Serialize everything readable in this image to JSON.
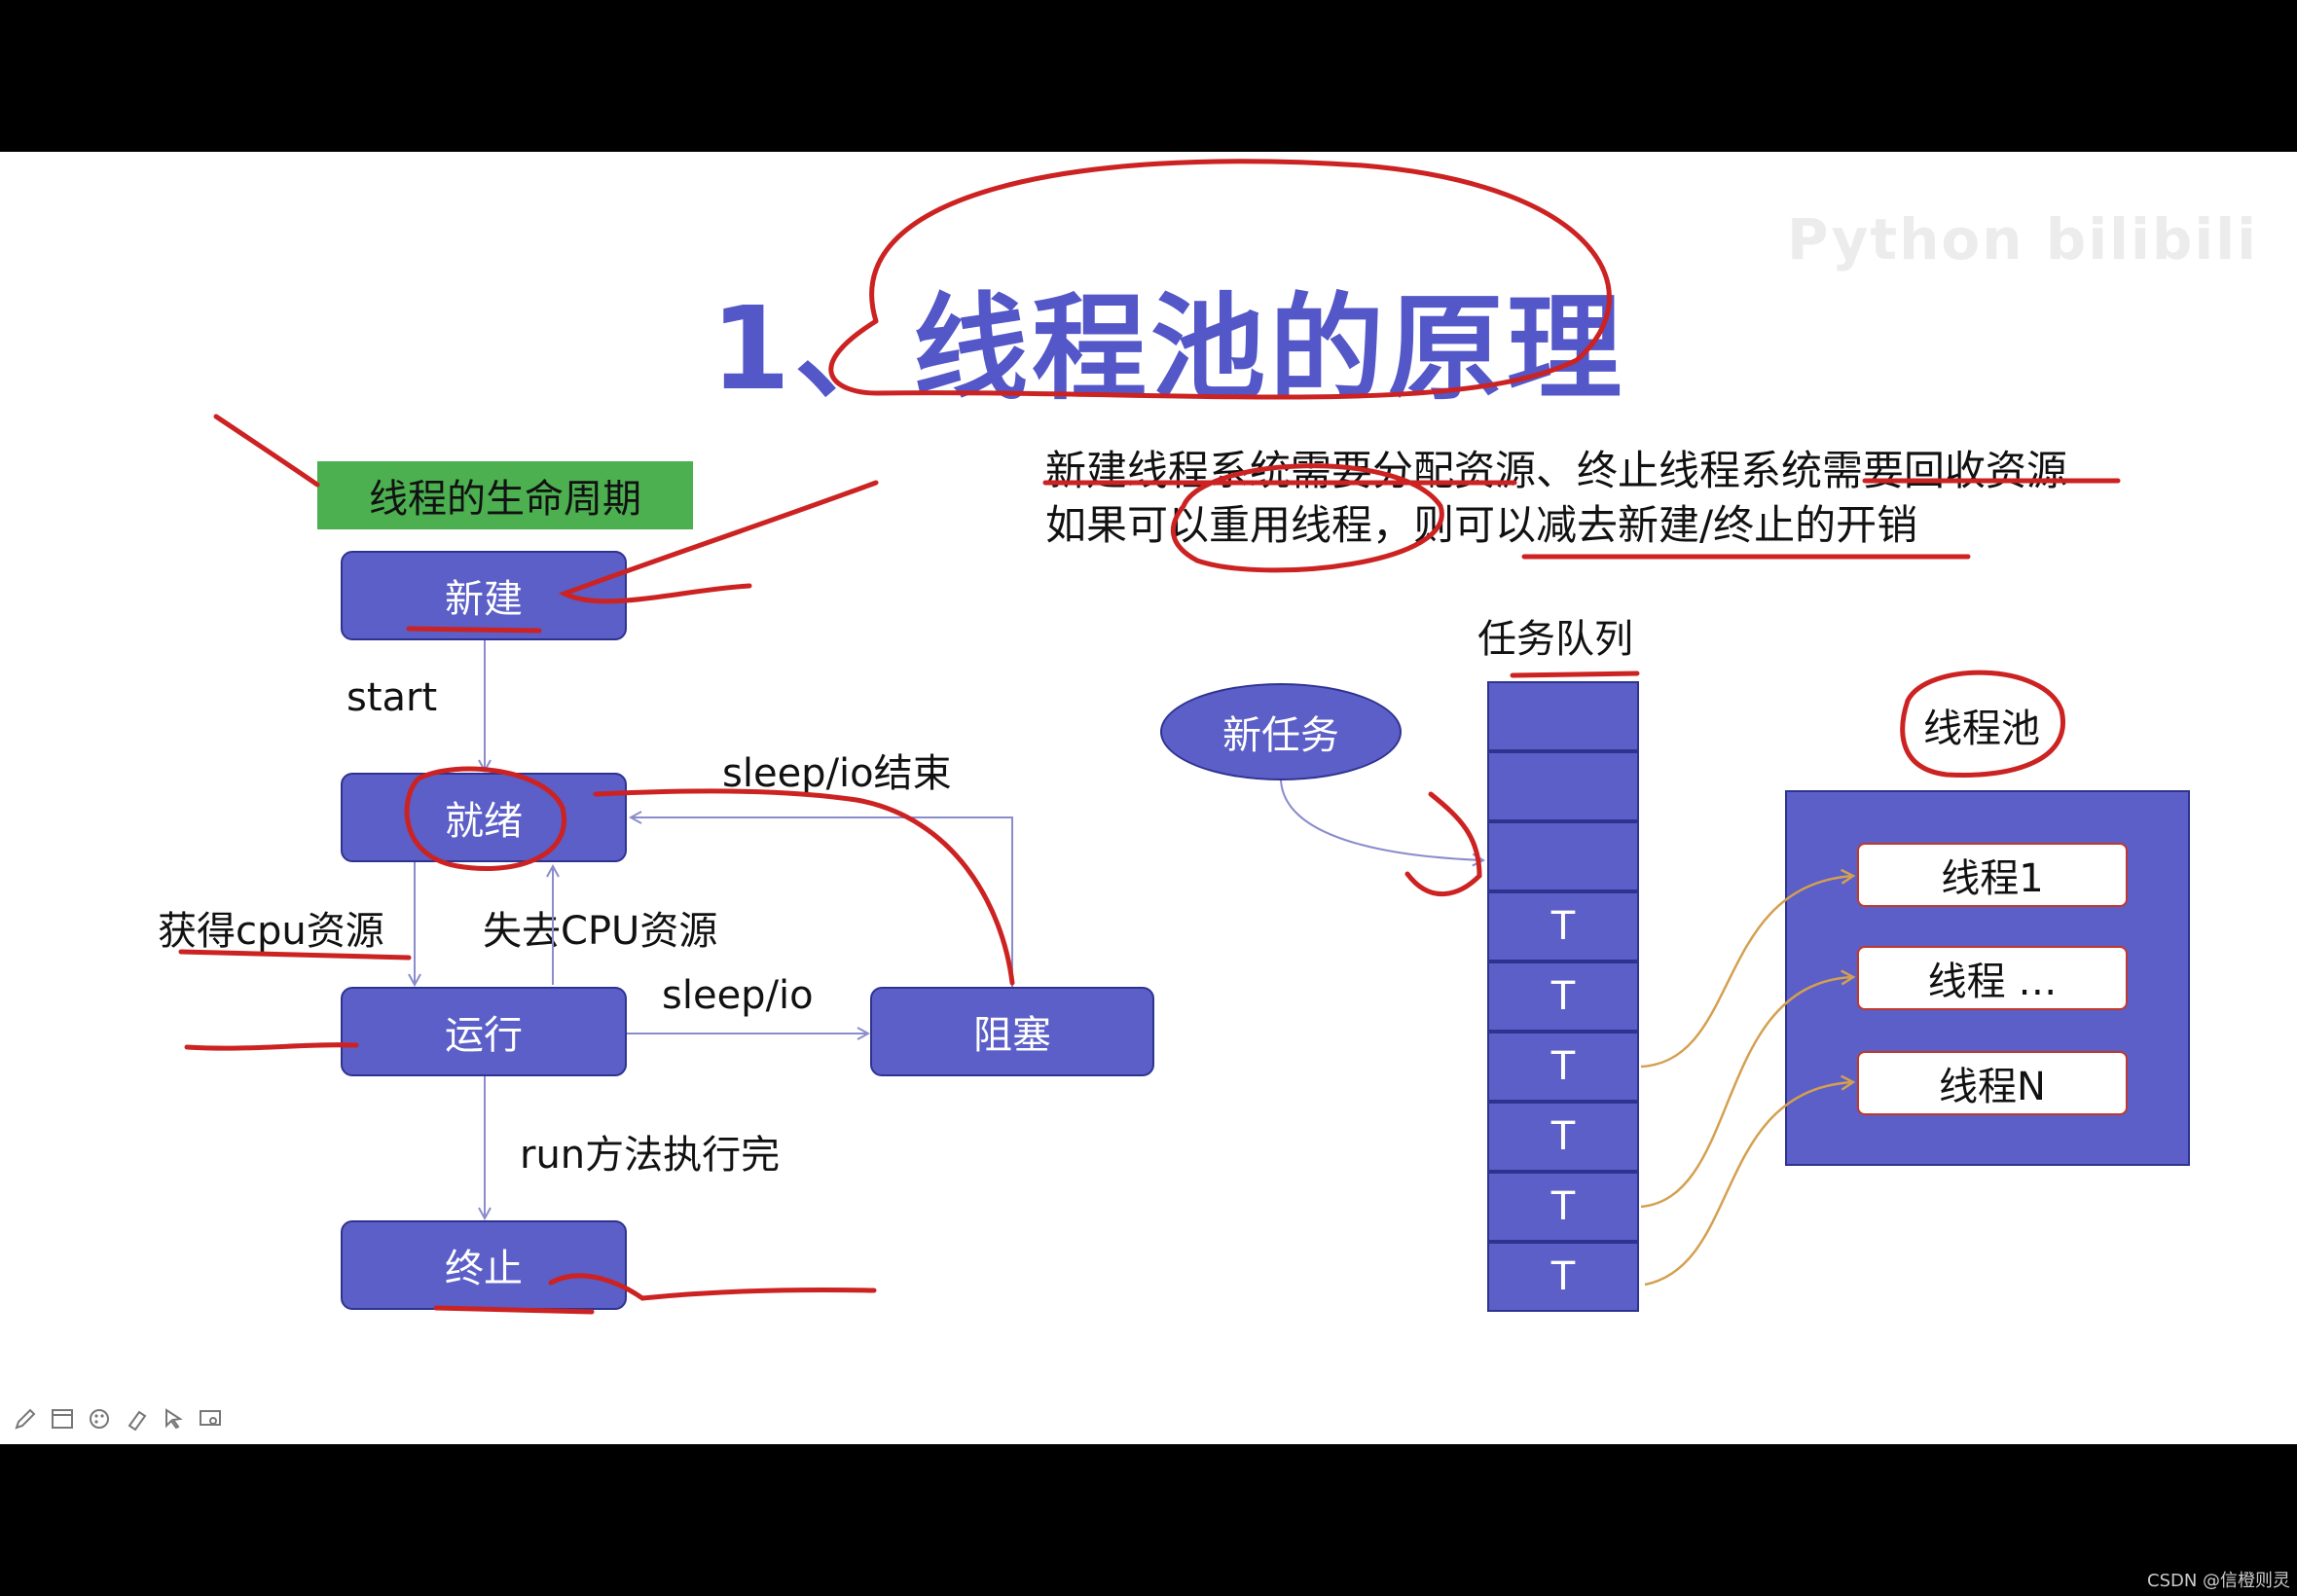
{
  "title": "1、线程池的原理",
  "watermark": "Python bilibili",
  "lifecycle": {
    "heading": "线程的生命周期",
    "states": {
      "new": "新建",
      "ready": "就绪",
      "running": "运行",
      "blocked": "阻塞",
      "terminated": "终止"
    },
    "transitions": {
      "start": "start",
      "get_cpu": "获得cpu资源",
      "lose_cpu": "失去CPU资源",
      "sleep_io": "sleep/io",
      "sleep_io_end": "sleep/io结束",
      "run_done": "run方法执行完"
    }
  },
  "description": {
    "line1": "新建线程系统需要分配资源、终止线程系统需要回收资源",
    "line2": "如果可以重用线程，则可以减去新建/终止的开销"
  },
  "queue": {
    "label": "任务队列",
    "new_task": "新任务",
    "cells": [
      "",
      "",
      "",
      "T",
      "T",
      "T",
      "T",
      "T",
      "T"
    ]
  },
  "pool": {
    "label": "线程池",
    "threads": [
      "线程1",
      "线程 …",
      "线程N"
    ]
  },
  "toolbar_icons": [
    "pen-icon",
    "window-icon",
    "palette-icon",
    "eraser-icon",
    "pointer-icon",
    "screen-icon"
  ],
  "credit": "CSDN @信橙则灵",
  "colors": {
    "box": "#5b5fc7",
    "title": "#5357c8",
    "green": "#4caf50",
    "annotation": "#cc2222",
    "connector": "#d4a050"
  }
}
